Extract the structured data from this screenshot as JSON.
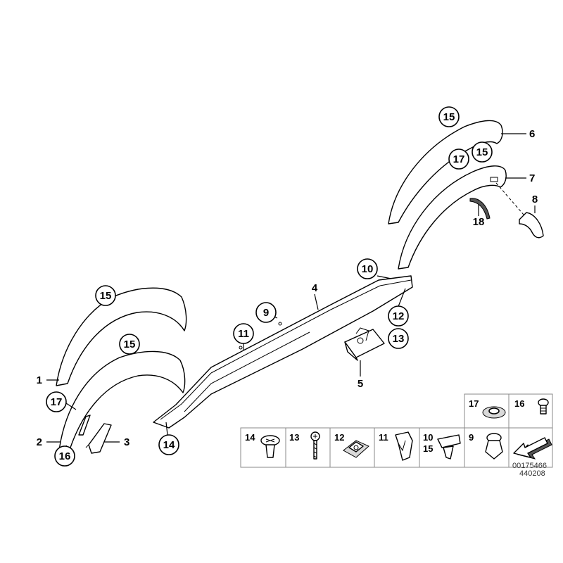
{
  "callouts": {
    "c1": "1",
    "c2": "2",
    "c3": "3",
    "c4": "4",
    "c5": "5",
    "c6": "6",
    "c7": "7",
    "c8": "8",
    "c9": "9",
    "c10": "10",
    "c11": "11",
    "c12": "12",
    "c13": "13",
    "c14": "14",
    "c15a": "15",
    "c15b": "15",
    "c15c": "15",
    "c15d": "15",
    "c16": "16",
    "c17a": "17",
    "c17b": "17",
    "c18": "18"
  },
  "legend": {
    "row2": [
      "14",
      "13",
      "12",
      "11",
      "10",
      "9"
    ],
    "row2_extra": "15",
    "row1": [
      "17",
      "16"
    ]
  },
  "ref_numbers": [
    "00175466",
    "440208"
  ]
}
